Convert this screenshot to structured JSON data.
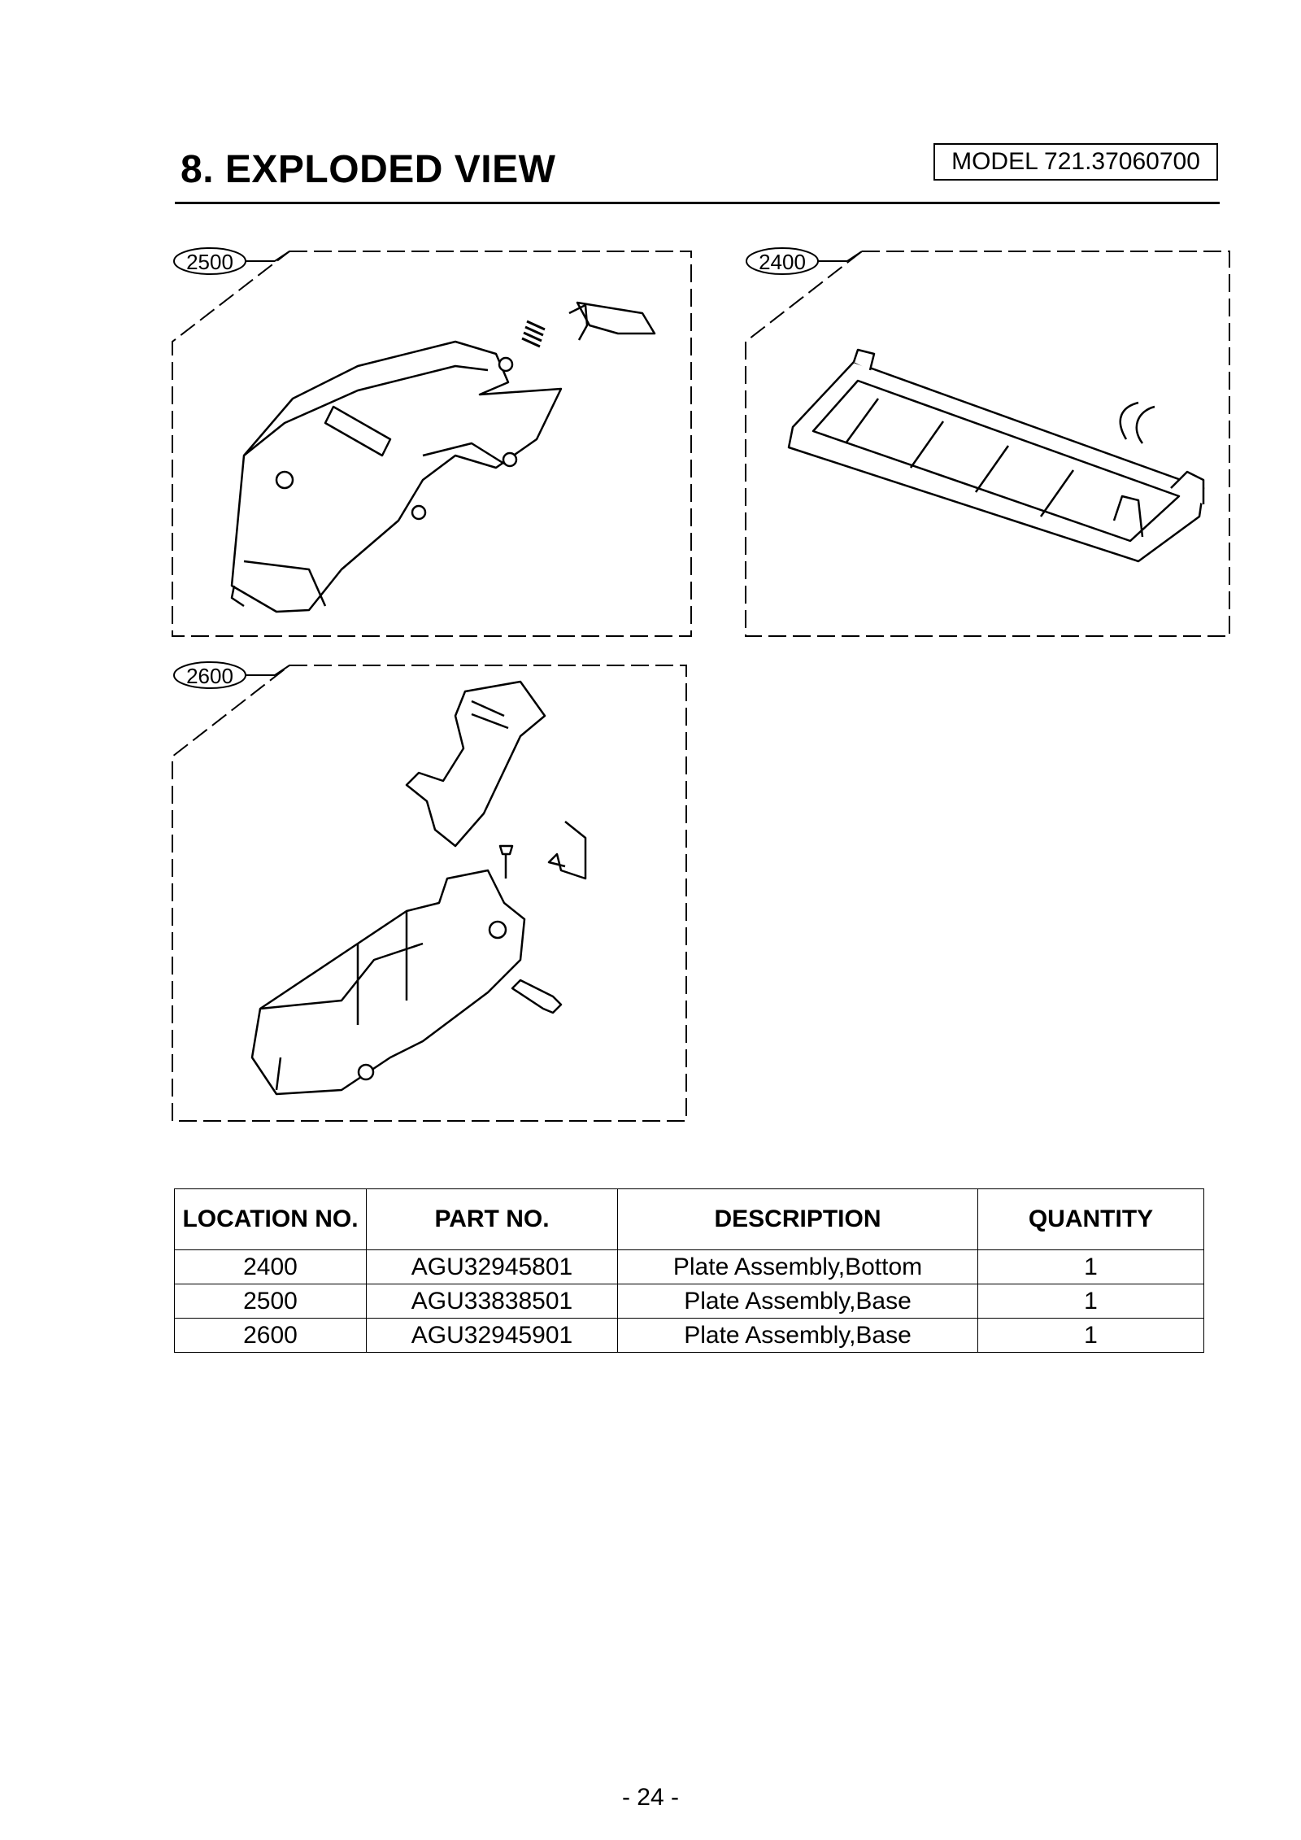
{
  "header": {
    "title": "8. EXPLODED VIEW",
    "model": "MODEL 721.37060700"
  },
  "diagram": {
    "callouts": [
      "2500",
      "2400",
      "2600"
    ]
  },
  "table": {
    "headers": [
      "LOCATION NO.",
      "PART NO.",
      "DESCRIPTION",
      "QUANTITY"
    ],
    "rows": [
      [
        "2400",
        "AGU32945801",
        "Plate Assembly,Bottom",
        "1"
      ],
      [
        "2500",
        "AGU33838501",
        "Plate Assembly,Base",
        "1"
      ],
      [
        "2600",
        "AGU32945901",
        "Plate Assembly,Base",
        "1"
      ]
    ]
  },
  "footer": {
    "page_number": "- 24 -"
  }
}
